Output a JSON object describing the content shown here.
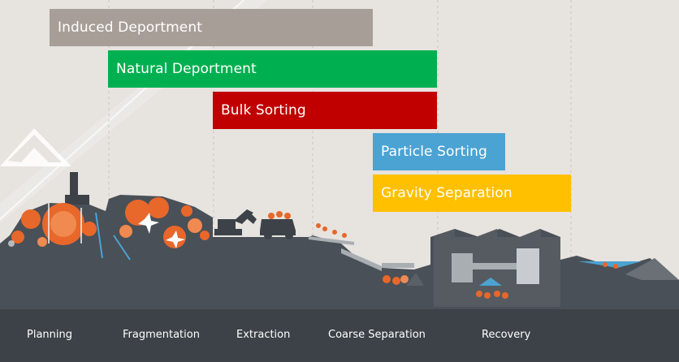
{
  "bars": {
    "induced": {
      "label": "Induced Deportment",
      "color": "#a89e98"
    },
    "natural": {
      "label": "Natural Deportment",
      "color": "#00b050"
    },
    "bulk": {
      "label": "Bulk Sorting",
      "color": "#c00000"
    },
    "particle": {
      "label": "Particle Sorting",
      "color": "#4ba3d3"
    },
    "gravity": {
      "label": "Gravity Separation",
      "color": "#ffc000"
    }
  },
  "stages": {
    "planning": "Planning",
    "fragmentation": "Fragmentation",
    "extraction": "Extraction",
    "coarse_separation": "Coarse Separation",
    "recovery": "Recovery"
  },
  "colors": {
    "background": "#e7e3df",
    "ground": "#4a5057",
    "footer": "#3c4248",
    "ore": "#e8672a",
    "accent_blue": "#4ba3d3"
  },
  "icons": [
    "mountain-icon",
    "drill-rig-icon",
    "blast-icon",
    "excavator-icon",
    "haul-truck-icon",
    "conveyor-icon",
    "screen-icon",
    "plant-building-icon",
    "mill-icon",
    "tailings-icon"
  ]
}
